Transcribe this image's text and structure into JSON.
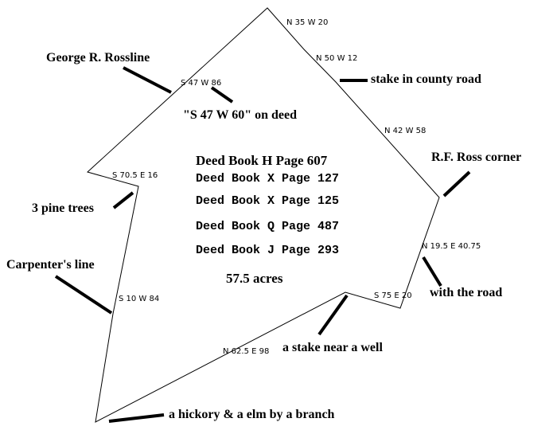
{
  "boundary_bearings": {
    "b1": "N 35 W 20",
    "b2": "N 50 W 12",
    "b3": "N 42 W 58",
    "b4": "N 19.5 E 40.75",
    "b5": "S 75 E 20",
    "b6": "N 62.5 E 98",
    "b7": "S 10 W 84",
    "b8": "S 70.5 E 16",
    "b9": "S 47 W 86"
  },
  "notes": {
    "ross_line": "George R. Rossline",
    "deed_note": "\"S 47 W 60\" on deed",
    "county_road": "stake in county road",
    "ross_corner": "R.F. Ross corner",
    "pine_trees": "3 pine trees",
    "carpenter": "Carpenter's line",
    "with_road": "with the road",
    "well": "a stake near a well",
    "hickory": "a hickory & a elm by a branch"
  },
  "deeds": {
    "d1": "Deed Book H Page 607",
    "d2": "Deed Book X Page 127",
    "d3": "Deed Book X Page 125",
    "d4": "Deed Book Q Page 487",
    "d5": "Deed Book J Page 293"
  },
  "acreage": "57.5 acres"
}
